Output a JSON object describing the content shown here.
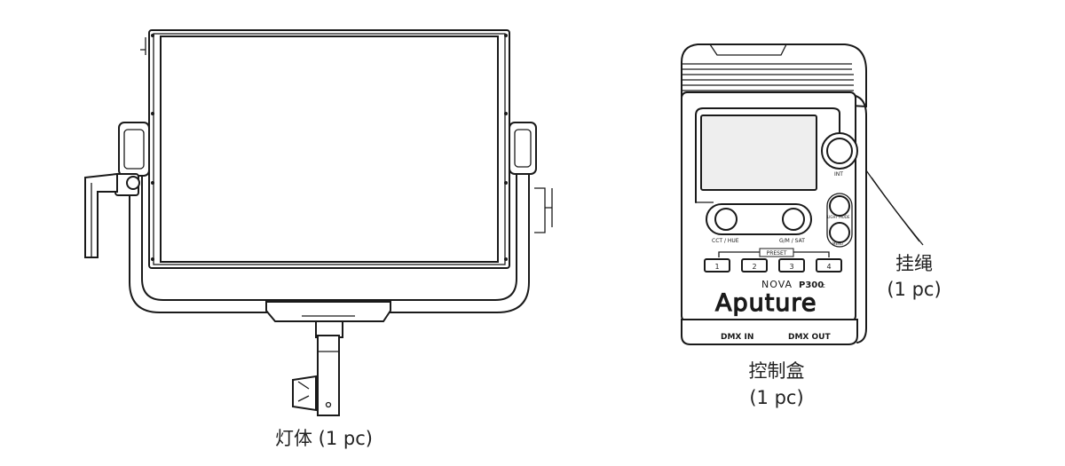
{
  "captions": {
    "light_body": "灯体 (1 pc)",
    "control_box_line1": "控制盒",
    "control_box_line2": "(1 pc)",
    "lanyard_line1": "挂绳",
    "lanyard_line2": "(1 pc)"
  },
  "control_box": {
    "int_label": "INT",
    "light_mode_label": "LIGHT MODE",
    "menu_label": "MENU",
    "cct_hue_label": "CCT / HUE",
    "gm_sat_label": "G/M / SAT",
    "preset_label": "PRESET",
    "preset_buttons": [
      "1",
      "2",
      "3",
      "4"
    ],
    "model_nova": "NOVA",
    "model_number": "P300",
    "model_suffix": "c",
    "brand": "Aputure",
    "dmx_in_label": "DMX  IN",
    "dmx_out_label": "DMX  OUT"
  }
}
